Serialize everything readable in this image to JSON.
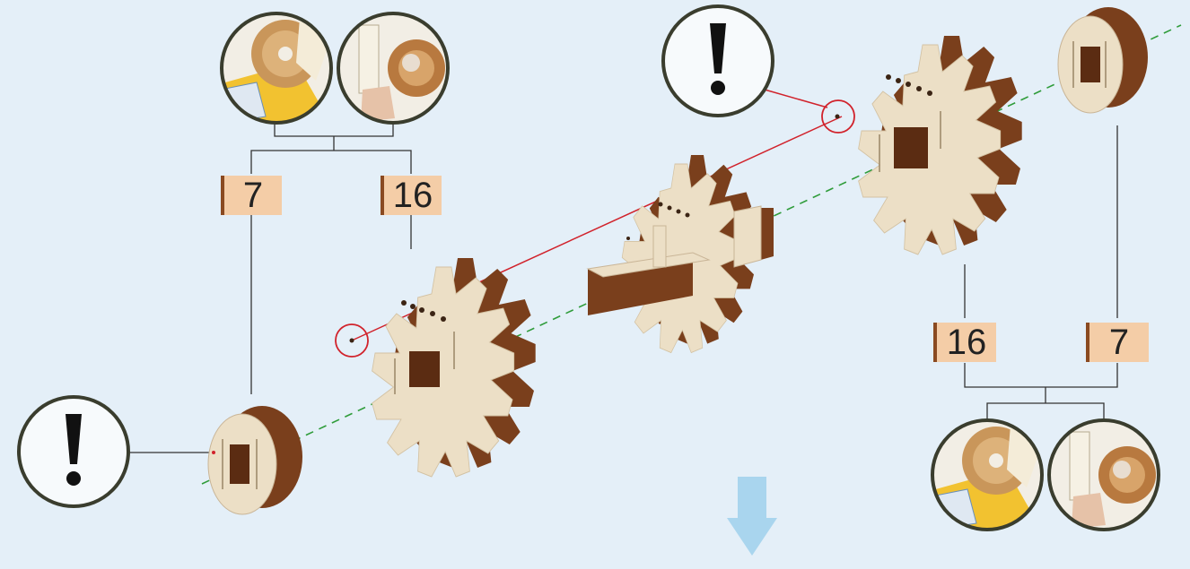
{
  "labels": {
    "left_upper_left": "7",
    "left_upper_right": "16",
    "right_lower_left": "16",
    "right_lower_right": "7"
  },
  "icons": {
    "warning": "exclamation-icon",
    "glue_step": "glue-application-icon",
    "press_step": "press-insert-icon",
    "next_step": "arrow-down-icon"
  },
  "colors": {
    "background": "#e4eff8",
    "label_fill": "#f4cda7",
    "label_edge": "#8a4a21",
    "plywood_face": "#ecdfc6",
    "plywood_edge": "#7a3f1c",
    "axis_line": "#2f9c3a",
    "callout_line": "#d1222b",
    "arrow": "#a9d5ee",
    "icon_ring": "#3a3d2e"
  }
}
